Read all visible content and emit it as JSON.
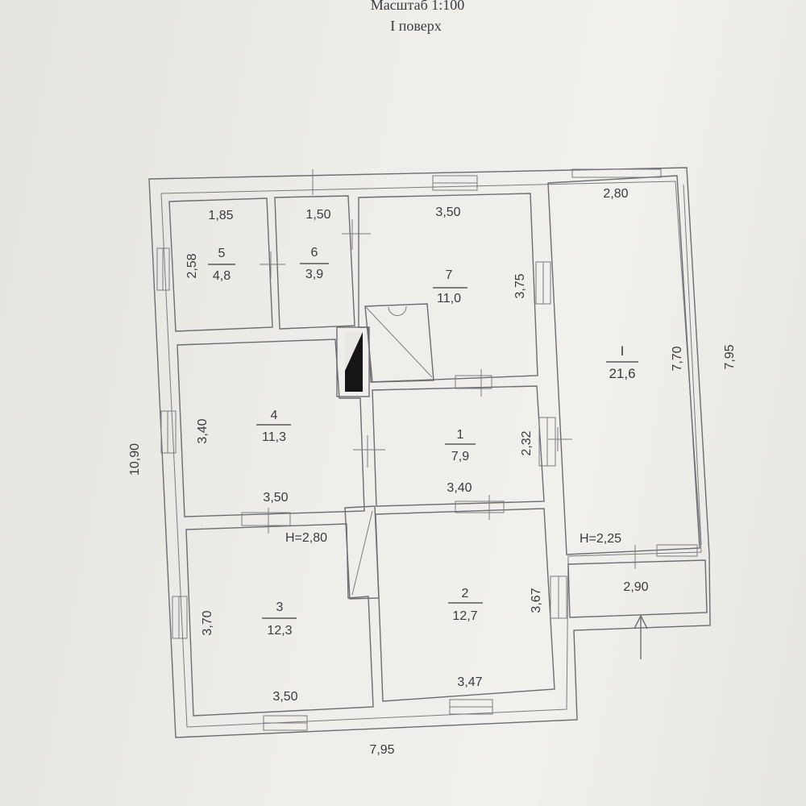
{
  "header": {
    "scale": "Масштаб 1:100",
    "floor": "I поверх"
  },
  "overall": {
    "width_bottom": "7,95",
    "height_left": "10,90",
    "height_right": "7,95"
  },
  "rooms": {
    "r5": {
      "num": "5",
      "area": "4,8",
      "w": "1,85",
      "h": "2,58"
    },
    "r6": {
      "num": "6",
      "area": "3,9",
      "w": "1,50"
    },
    "r7": {
      "num": "7",
      "area": "11,0",
      "w": "3,50",
      "h": "3,75"
    },
    "rI": {
      "num": "I",
      "area": "21,6",
      "w": "2,80",
      "h": "7,70",
      "ceiling": "Н=2,25"
    },
    "r4": {
      "num": "4",
      "area": "11,3",
      "w": "3,50",
      "h": "3,40",
      "ceiling": "Н=2,80"
    },
    "r1": {
      "num": "1",
      "area": "7,9",
      "w": "3,40",
      "h": "2,32"
    },
    "r3": {
      "num": "3",
      "area": "12,3",
      "w": "3,50",
      "h": "3,70"
    },
    "r2": {
      "num": "2",
      "area": "12,7",
      "w": "3,47",
      "h": "3,67"
    },
    "porch": {
      "w": "2,90"
    }
  }
}
